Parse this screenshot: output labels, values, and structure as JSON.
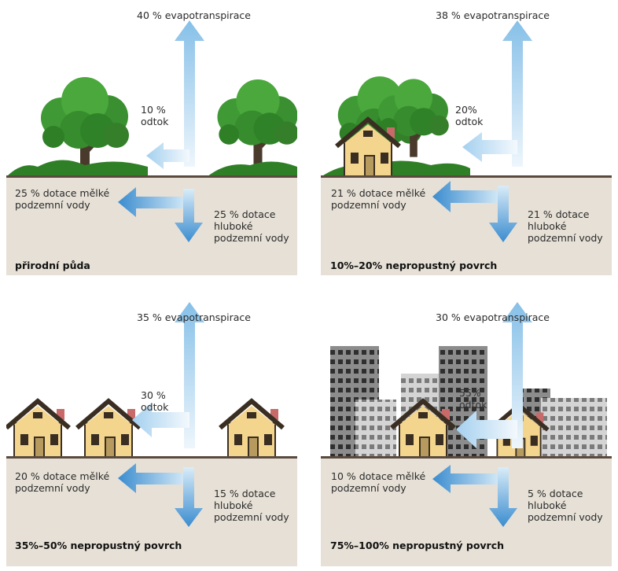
{
  "panels": [
    {
      "evapotranspiration": "40 % evapotranspirace",
      "runoff": "10 %\nodtok",
      "shallow": "25 % dotace mělké\npodzemní vody",
      "deep": "25 % dotace\nhluboké\npodzemní vody",
      "title": "přirodní půda"
    },
    {
      "evapotranspiration": "38 % evapotranspirace",
      "runoff": "20%\nodtok",
      "shallow": "21 % dotace mělké\npodzemní vody",
      "deep": "21 % dotace\nhluboké\npodzemní vody",
      "title": "10%–20% nepropustný povrch"
    },
    {
      "evapotranspiration": "35 % evapotranspirace",
      "runoff": "30 %\nodtok",
      "shallow": "20 % dotace mělké\npodzemní vody",
      "deep": "15 % dotace\nhluboké\npodzemní vody",
      "title": "35%–50% nepropustný povrch"
    },
    {
      "evapotranspiration": "30 % evapotranspirace",
      "runoff": "55%\nodtok",
      "shallow": "10 % dotace mělké\npodzemní vody",
      "deep": "5 % dotace\nhluboké\npodzemní vody",
      "title": "75%–100% nepropustný povrch"
    }
  ],
  "colors": {
    "soil": "#e6e0d6",
    "ground_line": "#5a4a3e",
    "arrow_dark": "#3a8ccf",
    "arrow_light": "#d6eaf7",
    "tree": "#3f9a35",
    "house_wall": "#f4d58d",
    "building": "#8c8c8c"
  },
  "icons": [
    "tree-icon",
    "house-icon",
    "building-icon",
    "arrow-icon"
  ]
}
